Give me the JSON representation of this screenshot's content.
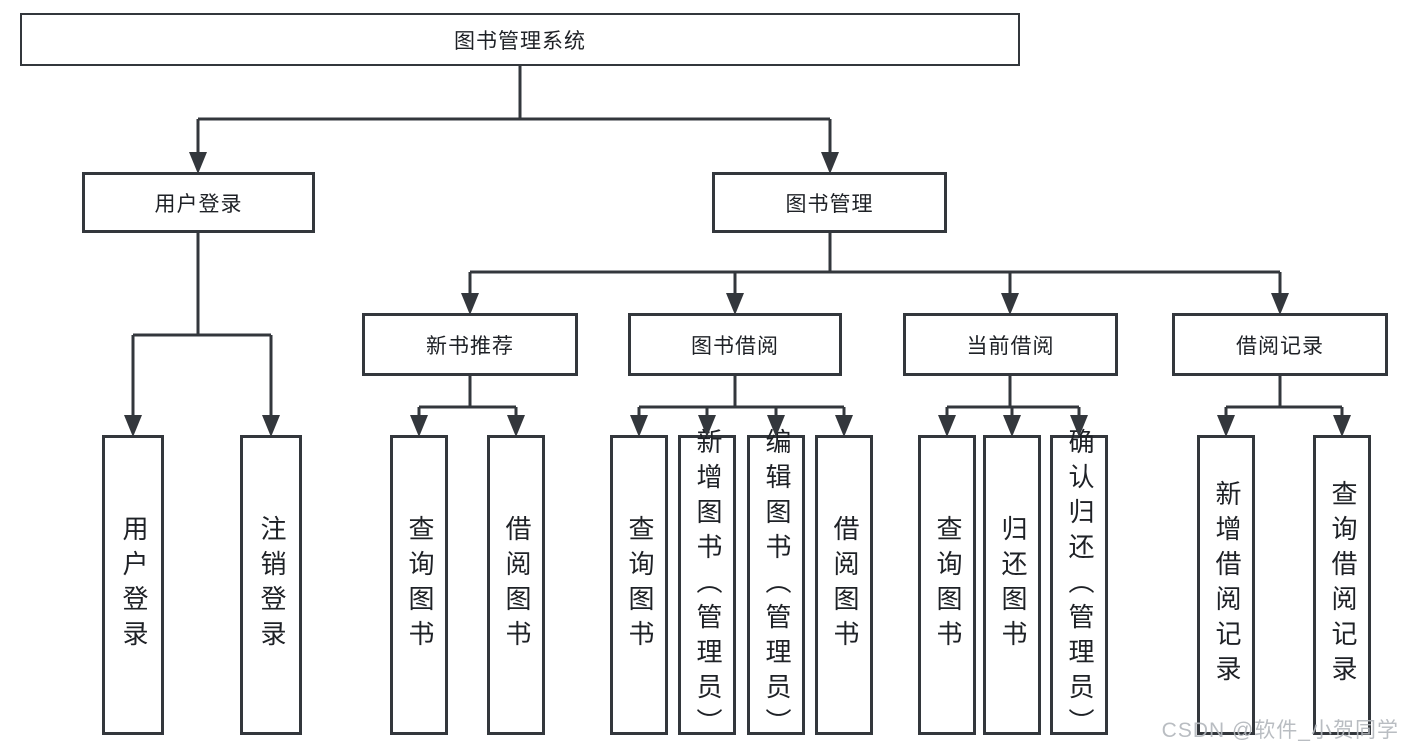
{
  "diagram": {
    "root": {
      "label": "图书管理系统"
    },
    "level2": [
      {
        "label": "用户登录"
      },
      {
        "label": "图书管理"
      }
    ],
    "level3": [
      {
        "label": "新书推荐"
      },
      {
        "label": "图书借阅"
      },
      {
        "label": "当前借阅"
      },
      {
        "label": "借阅记录"
      }
    ],
    "leaves": [
      {
        "label": "用户登录"
      },
      {
        "label": "注销登录"
      },
      {
        "label": "查询图书"
      },
      {
        "label": "借阅图书"
      },
      {
        "label": "查询图书"
      },
      {
        "label": "新增图书（管理员）"
      },
      {
        "label": "编辑图书（管理员）"
      },
      {
        "label": "借阅图书"
      },
      {
        "label": "查询图书"
      },
      {
        "label": "归还图书"
      },
      {
        "label": "确认归还（管理员）"
      },
      {
        "label": "新增借阅记录"
      },
      {
        "label": "查询借阅记录"
      }
    ],
    "line_color": "#33373c",
    "watermark": "CSDN @软件_小贺同学"
  }
}
